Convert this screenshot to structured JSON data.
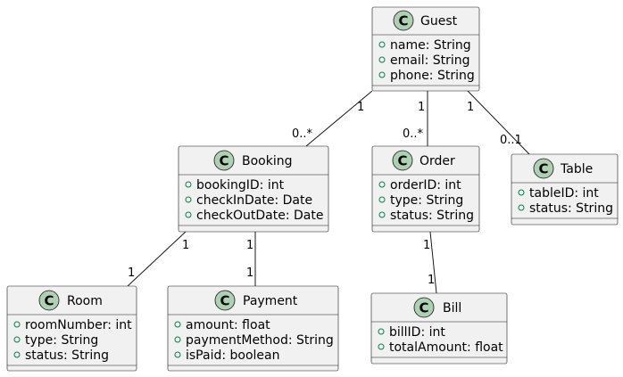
{
  "colors": {
    "box_fill": "#f1f1f1",
    "box_stroke": "#181818",
    "badge_fill": "#add1b2",
    "visibility_marker": "#038048",
    "edge": "#181818"
  },
  "classes": {
    "guest": {
      "badge": "C",
      "name": "Guest",
      "attrs": [
        "name: String",
        "email: String",
        "phone: String"
      ]
    },
    "booking": {
      "badge": "C",
      "name": "Booking",
      "attrs": [
        "bookingID: int",
        "checkInDate: Date",
        "checkOutDate: Date"
      ]
    },
    "order": {
      "badge": "C",
      "name": "Order",
      "attrs": [
        "orderID: int",
        "type: String",
        "status: String"
      ]
    },
    "table": {
      "badge": "C",
      "name": "Table",
      "attrs": [
        "tableID: int",
        "status: String"
      ]
    },
    "room": {
      "badge": "C",
      "name": "Room",
      "attrs": [
        "roomNumber: int",
        "type: String",
        "status: String"
      ]
    },
    "payment": {
      "badge": "C",
      "name": "Payment",
      "attrs": [
        "amount: float",
        "paymentMethod: String",
        "isPaid: boolean"
      ]
    },
    "bill": {
      "badge": "C",
      "name": "Bill",
      "attrs": [
        "billID: int",
        "totalAmount: float"
      ]
    }
  },
  "associations": {
    "guest_booking": {
      "source": "1",
      "target": "0..*"
    },
    "guest_order": {
      "source": "1",
      "target": "0..*"
    },
    "guest_table": {
      "source": "1",
      "target": "0..1"
    },
    "booking_room": {
      "source": "1",
      "target": "1"
    },
    "booking_payment": {
      "source": "1",
      "target": "1"
    },
    "order_bill": {
      "source": "1",
      "target": "1"
    }
  }
}
